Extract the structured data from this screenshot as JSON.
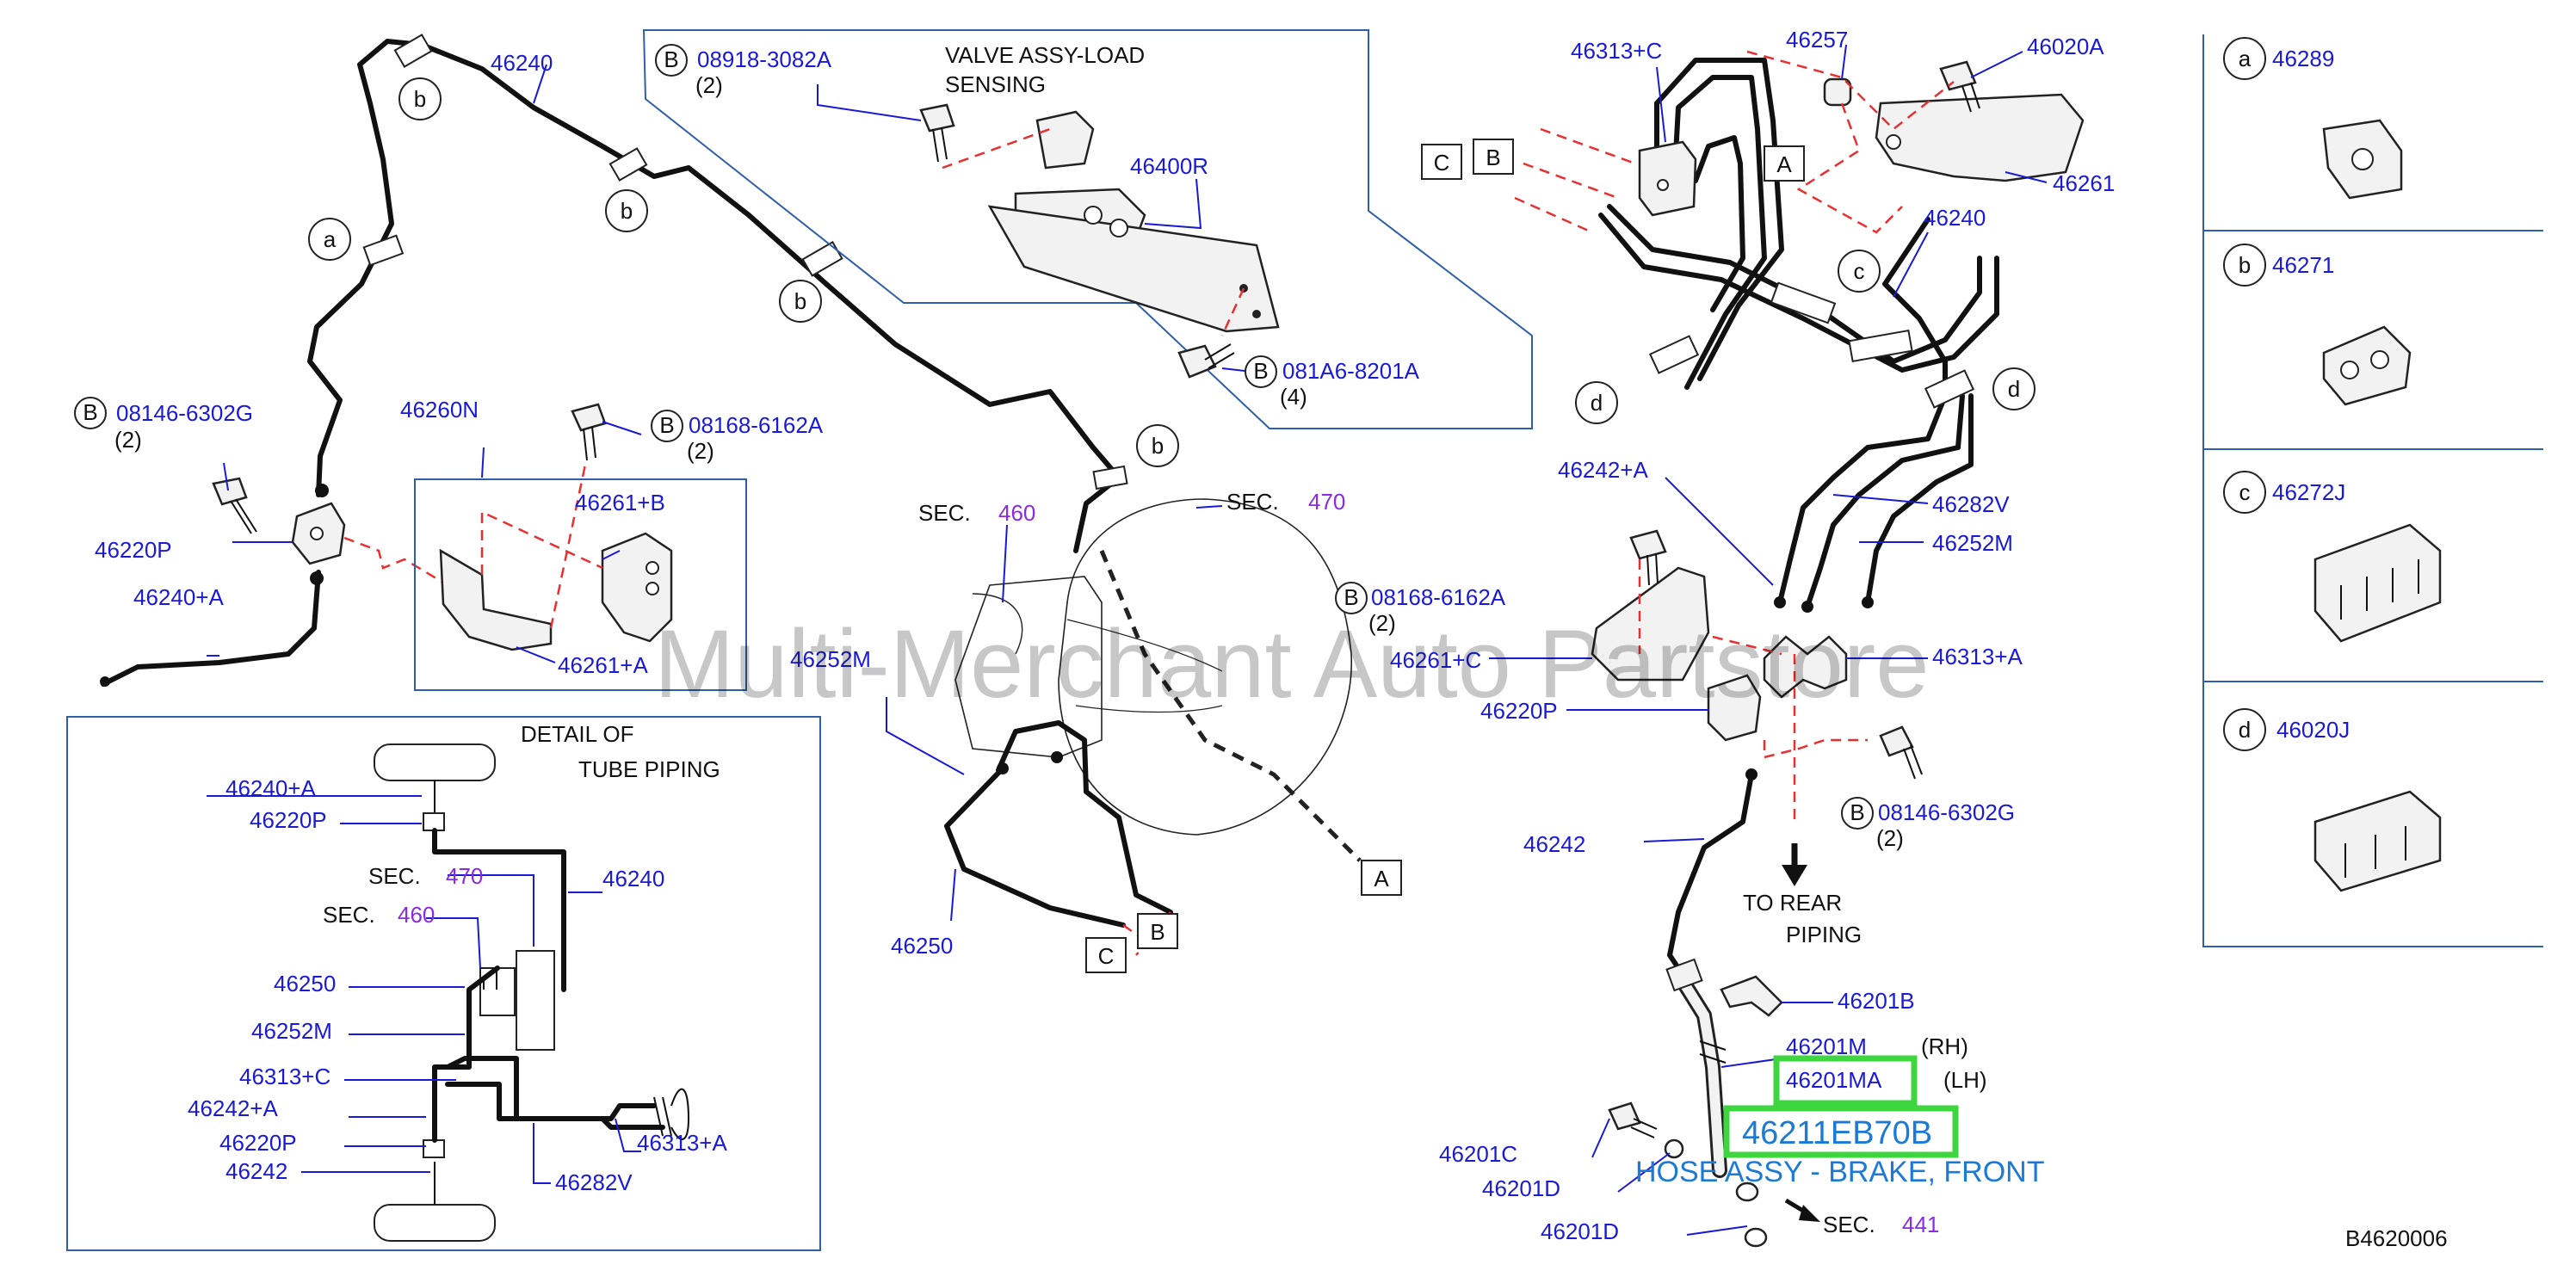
{
  "diagram_code": "B4620006",
  "watermark": "Multi-Merchant Auto Partstore",
  "highlight": {
    "part_number": "46211EB70B",
    "description": "HOSE ASSY - BRAKE, FRONT",
    "color": "#3ed63e"
  },
  "valve": {
    "title_line1": "VALVE   ASSY-LOAD",
    "title_line2": "SENSING",
    "bolt_top": "08918-3082A",
    "bolt_top_qty": "(2)",
    "bracket": "46400R",
    "bolt_bottom": "081A6-8201A",
    "bolt_bottom_qty": "(4)"
  },
  "left": {
    "tube_top": "46240",
    "bolt": "08146-6302G",
    "bolt_qty": "(2)",
    "bracket_label": "46260N",
    "bolt2": "08168-6162A",
    "bolt2_qty": "(2)",
    "bracket_b": "46261+B",
    "bracket_a": "46261+A",
    "connector": "46220P",
    "tube_a": "46240+A"
  },
  "center": {
    "sec_460": "SEC.",
    "sec_460_num": "460",
    "sec_470": "SEC.",
    "sec_470_num": "470",
    "tube_m": "46252M",
    "tube": "46250",
    "bolt": "08168-6162A",
    "bolt_qty": "(2)",
    "bracket_c": "46261+C",
    "connector": "46220P",
    "tube_242": "46242"
  },
  "detail": {
    "title_line1": "DETAIL  OF",
    "title_line2": "TUBE  PIPING",
    "labels": [
      "46240+A",
      "46220P",
      "46250",
      "46252M",
      "46313+C",
      "46242+A",
      "46220P",
      "46242"
    ],
    "sec470": "SEC.",
    "sec470_num": "470",
    "sec460": "SEC.",
    "sec460_num": "460",
    "right_46240": "46240",
    "right_46313a": "46313+A",
    "right_46282v": "46282V"
  },
  "right": {
    "p46313c": "46313+C",
    "p46257": "46257",
    "p46020a": "46020A",
    "p46261": "46261",
    "p46240": "46240",
    "p46242a": "46242+A",
    "p46282v": "46282V",
    "p46252m": "46252M",
    "p46313a": "46313+A",
    "bolt": "08146-6302G",
    "bolt_qty": "(2)",
    "rear_line1": "TO   REAR",
    "rear_line2": "PIPING",
    "p46201b": "46201B",
    "p46201m": "46201M",
    "rh": "(RH)",
    "p46201ma": "46201MA",
    "lh": "(LH)",
    "p46201c": "46201C",
    "p46201d_a": "46201D",
    "p46201d_b": "46201D",
    "sec441": "SEC.",
    "sec441_num": "441"
  },
  "callouts": {
    "A": "A",
    "B": "B",
    "C": "C",
    "a": "a",
    "b": "b",
    "c": "c",
    "d": "d"
  },
  "clips_table": [
    {
      "key": "a",
      "part": "46289"
    },
    {
      "key": "b",
      "part": "46271"
    },
    {
      "key": "c",
      "part": "46272J"
    },
    {
      "key": "d",
      "part": "46020J"
    }
  ]
}
